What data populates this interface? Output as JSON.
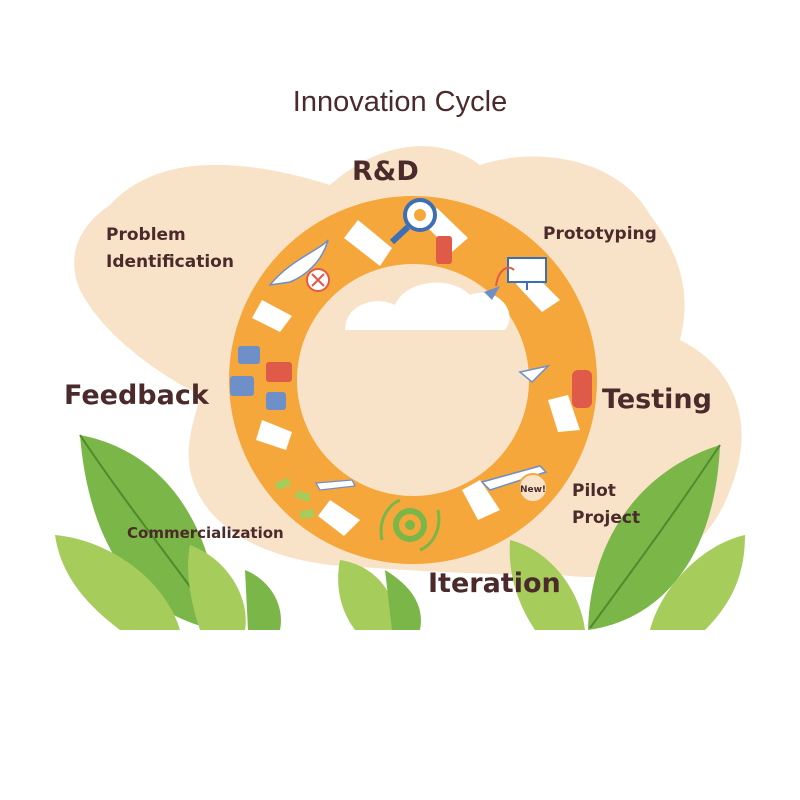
{
  "diagram": {
    "title": "Innovation Cycle",
    "stages": {
      "rd": "R&D",
      "prototyping": "Prototyping",
      "testing": "Testing",
      "pilot": [
        "Pilot",
        "Project"
      ],
      "iteration": "Iteration",
      "commercialization": "Commercialization",
      "feedback": "Feedback",
      "problem": [
        "Problem",
        "Identification"
      ]
    },
    "badge": "New!"
  },
  "colors": {
    "background_blob": "#f9e3c8",
    "cycle_orange": "#f6a73b",
    "cycle_light": "#fbc66e",
    "leaf_dark": "#7ab648",
    "leaf_light": "#a6cc5c",
    "text": "#4a2a2a",
    "inner_cloud": "#ffffff"
  }
}
